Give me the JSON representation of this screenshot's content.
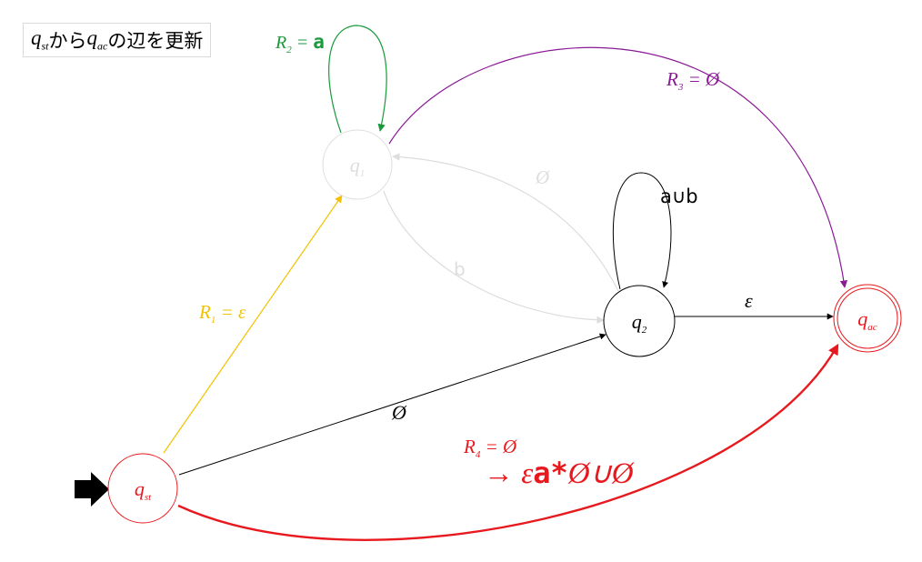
{
  "title": {
    "q1": "q",
    "sub1": "st",
    "mid": "から",
    "q2": "q",
    "sub2": "ac",
    "tail": "の辺を更新"
  },
  "nodes": {
    "q1": {
      "name": "q",
      "sub": "1"
    },
    "q2": {
      "name": "q",
      "sub": "2"
    },
    "qac": {
      "name": "q",
      "sub": "ac"
    },
    "qst": {
      "name": "q",
      "sub": "st"
    }
  },
  "labels": {
    "r1": {
      "name": "R",
      "sub": "1",
      "eq": " = ",
      "val": "ε"
    },
    "r2": {
      "name": "R",
      "sub": "2",
      "eq": " = ",
      "val": "a"
    },
    "r3": {
      "name": "R",
      "sub": "3",
      "eq": " = ",
      "val": "Ø"
    },
    "r4": {
      "name": "R",
      "sub": "4",
      "eq": " = ",
      "val": "Ø"
    },
    "r4_new": {
      "arrow": "→ ",
      "eps": "ε",
      "a_star": "a*",
      "rest": "Ø∪Ø"
    },
    "q1_q2_empty": "Ø",
    "q2_q1_b": "b",
    "q2_loop": "a∪b",
    "q2_qac": "ε",
    "qst_q2": "Ø"
  },
  "colors": {
    "updated": "#e8191e",
    "r1": "#f2c200",
    "r2": "#1a9a3c",
    "r3": "#8a1a96",
    "faded": "#dddddd",
    "normal": "#000000"
  }
}
